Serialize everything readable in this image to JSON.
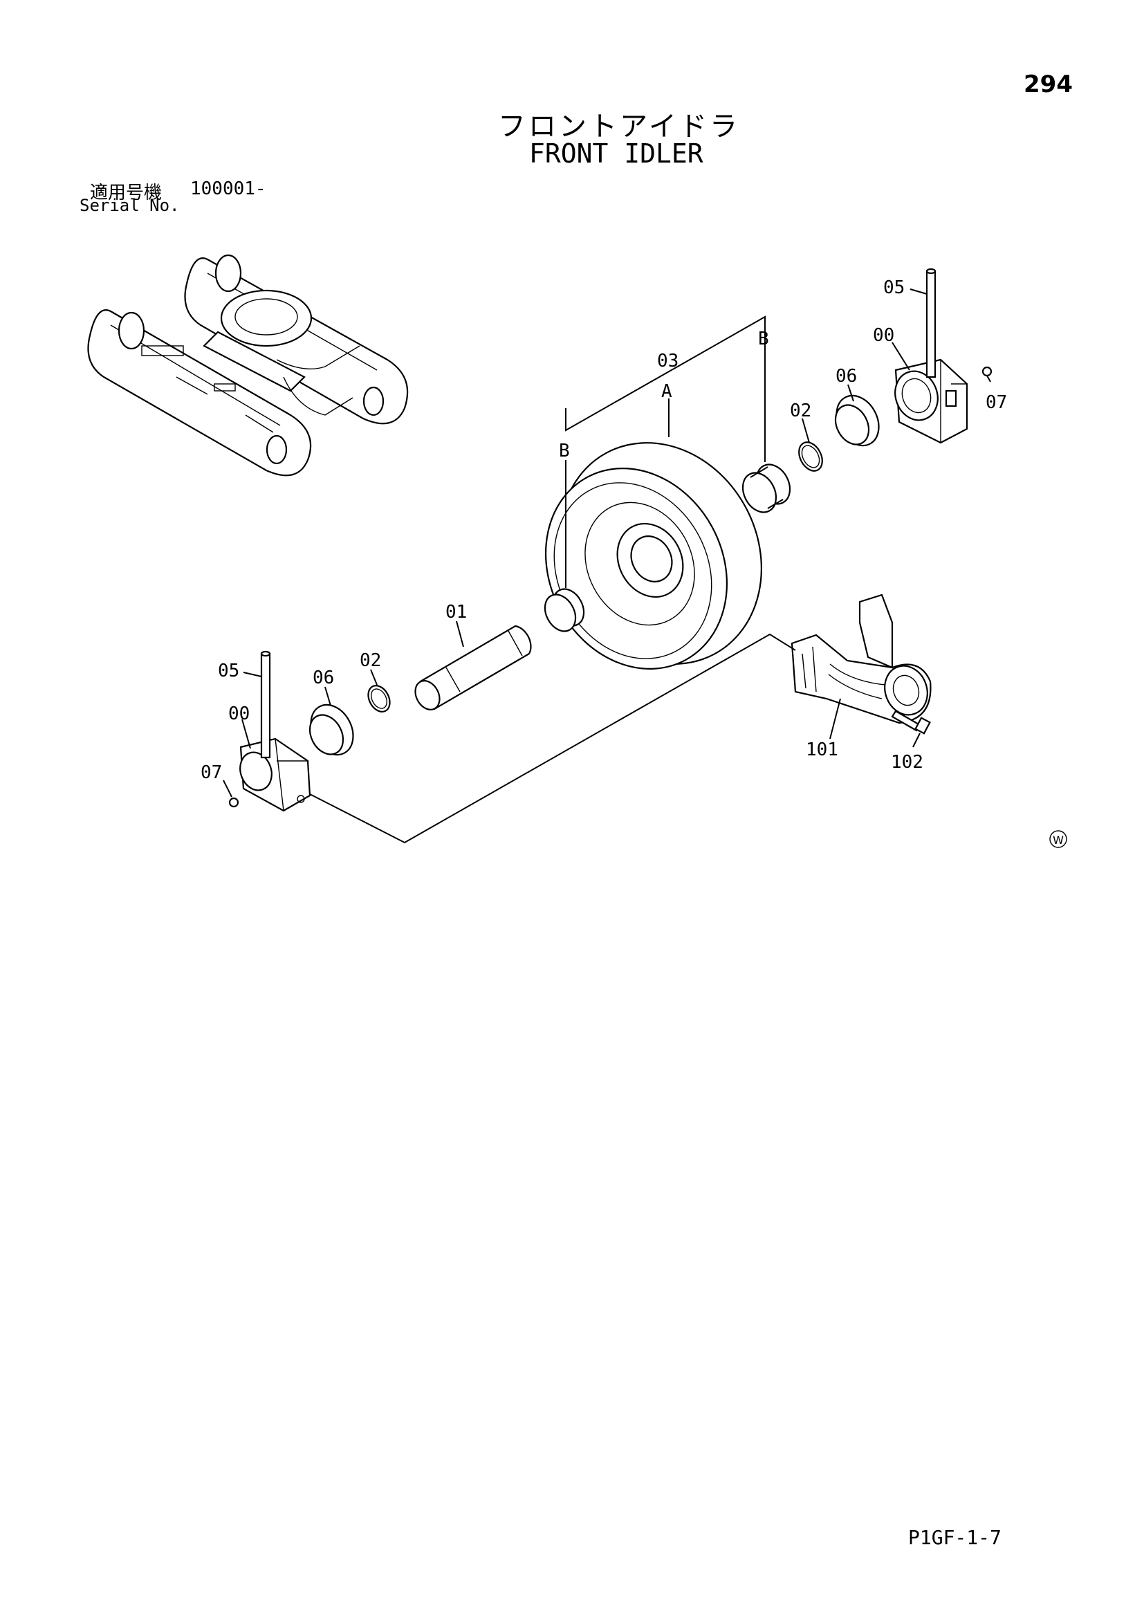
{
  "header": {
    "page_number": "294",
    "title_jp": "フロントアイドラ",
    "title_en": "FRONT IDLER"
  },
  "serial": {
    "label_jp": "適用号機",
    "value": "100001-",
    "label_en": "Serial No."
  },
  "callouts": {
    "c05_right": "05",
    "c00_right": "00",
    "c07_right": "07",
    "c06_right": "06",
    "c02_right": "02",
    "cB_right": "B",
    "c03": "03",
    "cA": "A",
    "cB_left": "B",
    "c01": "01",
    "c02_left": "02",
    "c06_left": "06",
    "c05_left": "05",
    "c00_left": "00",
    "c07_left": "07",
    "c101": "101",
    "c102": "102"
  },
  "mark": "W",
  "footer": {
    "code": "P1GF-1-7"
  }
}
